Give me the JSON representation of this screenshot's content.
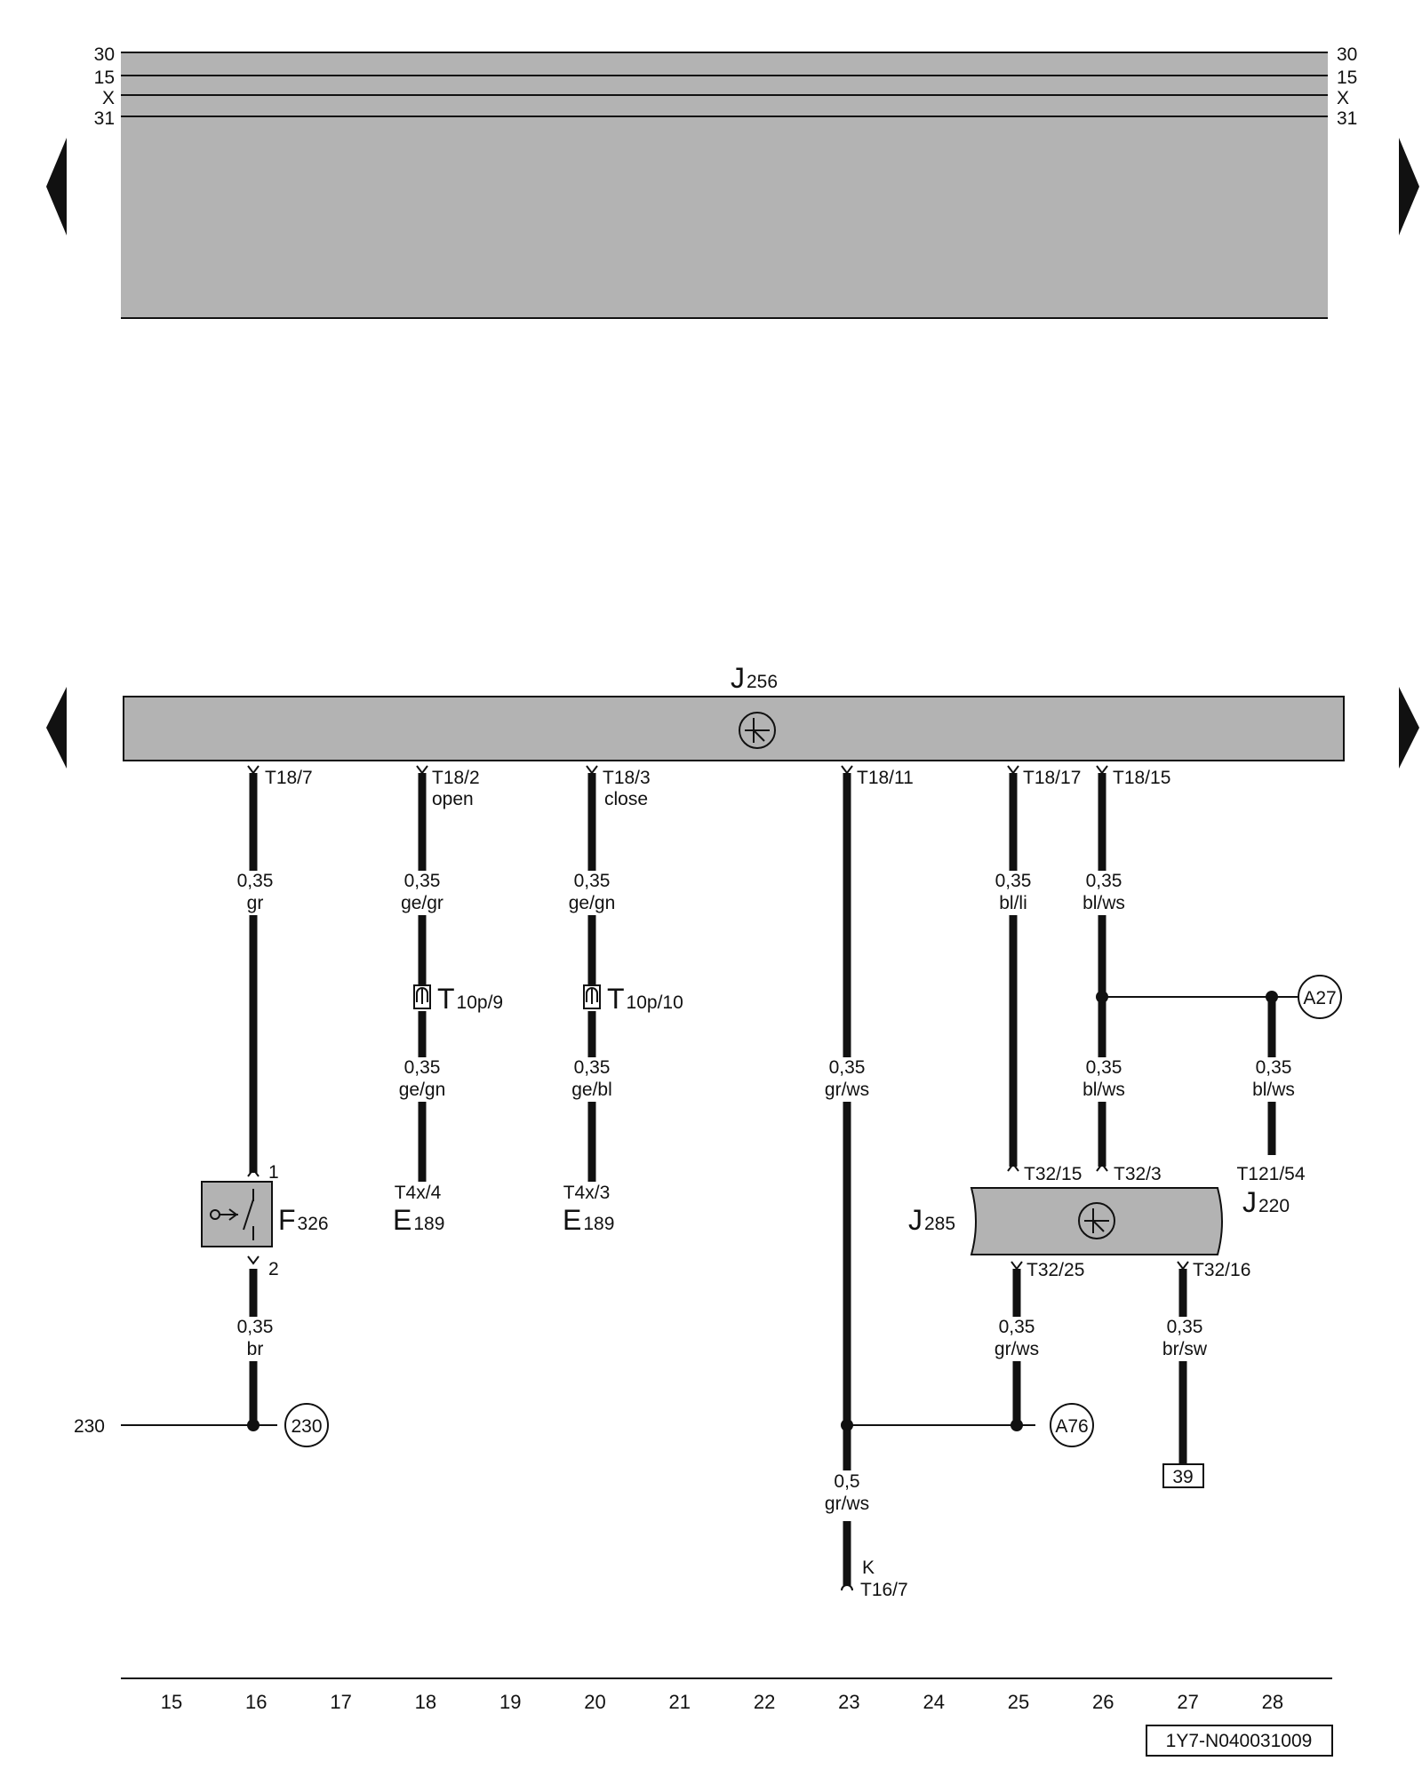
{
  "bus": {
    "rails": [
      "30",
      "15",
      "X",
      "31"
    ]
  },
  "components": {
    "j256": {
      "letter": "J",
      "num": "256"
    },
    "j285": {
      "letter": "J",
      "num": "285"
    },
    "j220": {
      "letter": "J",
      "num": "220"
    },
    "f326": {
      "letter": "F",
      "num": "326"
    },
    "e189a": {
      "letter": "E",
      "num": "189"
    },
    "e189b": {
      "letter": "E",
      "num": "189"
    },
    "t10p9": {
      "letter": "T",
      "num": "10p/9"
    },
    "t10p10": {
      "letter": "T",
      "num": "10p/10"
    }
  },
  "pins": {
    "t18_7": "T18/7",
    "t18_2": "T18/2",
    "open": "open",
    "t18_3": "T18/3",
    "close": "close",
    "t18_11": "T18/11",
    "t18_17": "T18/17",
    "t18_15": "T18/15",
    "f_pin1": "1",
    "f_pin2": "2",
    "t4x4": "T4x/4",
    "t4x3": "T4x/3",
    "t32_15": "T32/15",
    "t32_3": "T32/3",
    "t32_25": "T32/25",
    "t32_16": "T32/16",
    "t121_54": "T121/54",
    "k": "K",
    "t16_7": "T16/7"
  },
  "wires": [
    {
      "id": "w1",
      "size": "0,35",
      "color": "gr"
    },
    {
      "id": "w2",
      "size": "0,35",
      "color": "ge/gr"
    },
    {
      "id": "w3",
      "size": "0,35",
      "color": "ge/gn"
    },
    {
      "id": "w4",
      "size": "0,35",
      "color": "bl/li"
    },
    {
      "id": "w5",
      "size": "0,35",
      "color": "bl/ws"
    },
    {
      "id": "w6",
      "size": "0,35",
      "color": "ge/gn"
    },
    {
      "id": "w7",
      "size": "0,35",
      "color": "ge/bl"
    },
    {
      "id": "w8",
      "size": "0,35",
      "color": "gr/ws"
    },
    {
      "id": "w9",
      "size": "0,35",
      "color": "bl/ws"
    },
    {
      "id": "w10",
      "size": "0,35",
      "color": "bl/ws"
    },
    {
      "id": "w11",
      "size": "0,35",
      "color": "br"
    },
    {
      "id": "w12",
      "size": "0,35",
      "color": "gr/ws"
    },
    {
      "id": "w13",
      "size": "0,35",
      "color": "br/sw"
    },
    {
      "id": "w14",
      "size": "0,5",
      "color": "gr/ws"
    }
  ],
  "connectors": {
    "a27": "A27",
    "a76": "A76",
    "c230": "230",
    "ref230": "230",
    "box39": "39"
  },
  "columns": [
    "15",
    "16",
    "17",
    "18",
    "19",
    "20",
    "21",
    "22",
    "23",
    "24",
    "25",
    "26",
    "27",
    "28"
  ],
  "footer": {
    "code": "1Y7-N040031009"
  }
}
